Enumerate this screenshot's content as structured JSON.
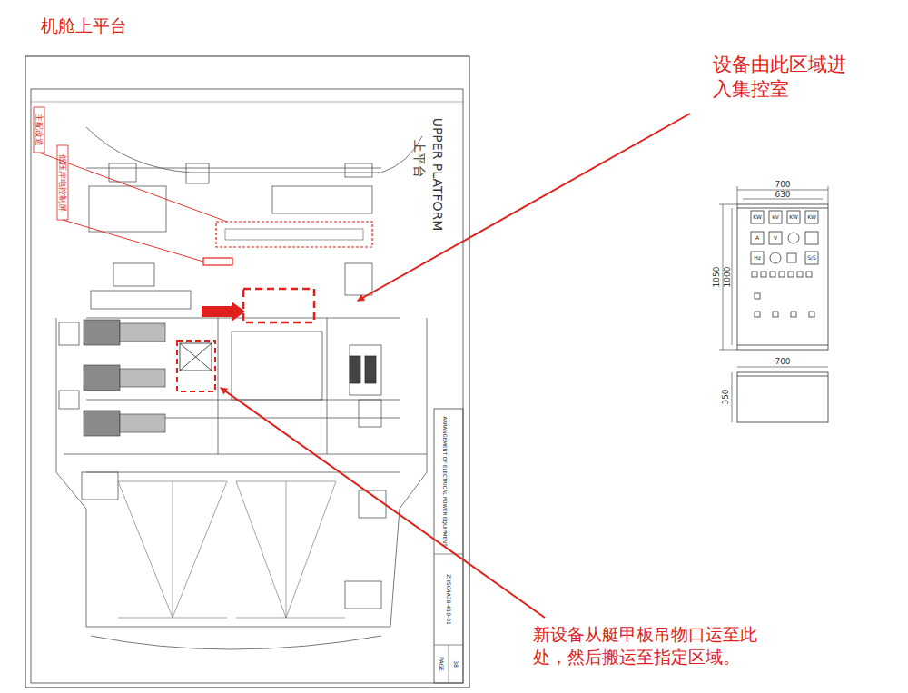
{
  "diagram": {
    "title": "机舱上平台",
    "labels": [
      "UPPER PLATFORM",
      "上平台",
      "主配改造",
      "低压岸电控制屏",
      "设备由此区域进入集控室",
      "新设备从艇甲板吊物口运至此处，然后搬运至指定区域。",
      "700",
      "630",
      "1050",
      "1000",
      "700",
      "350",
      "KW",
      "kV",
      "KW",
      "KW",
      "A",
      "V",
      "Hz",
      "S/S",
      "ARRANGEMENT OF ELECTRICAL POWER EQUIPMENT",
      "ZHSC4A38-410-01",
      "PAGE",
      "38"
    ]
  }
}
